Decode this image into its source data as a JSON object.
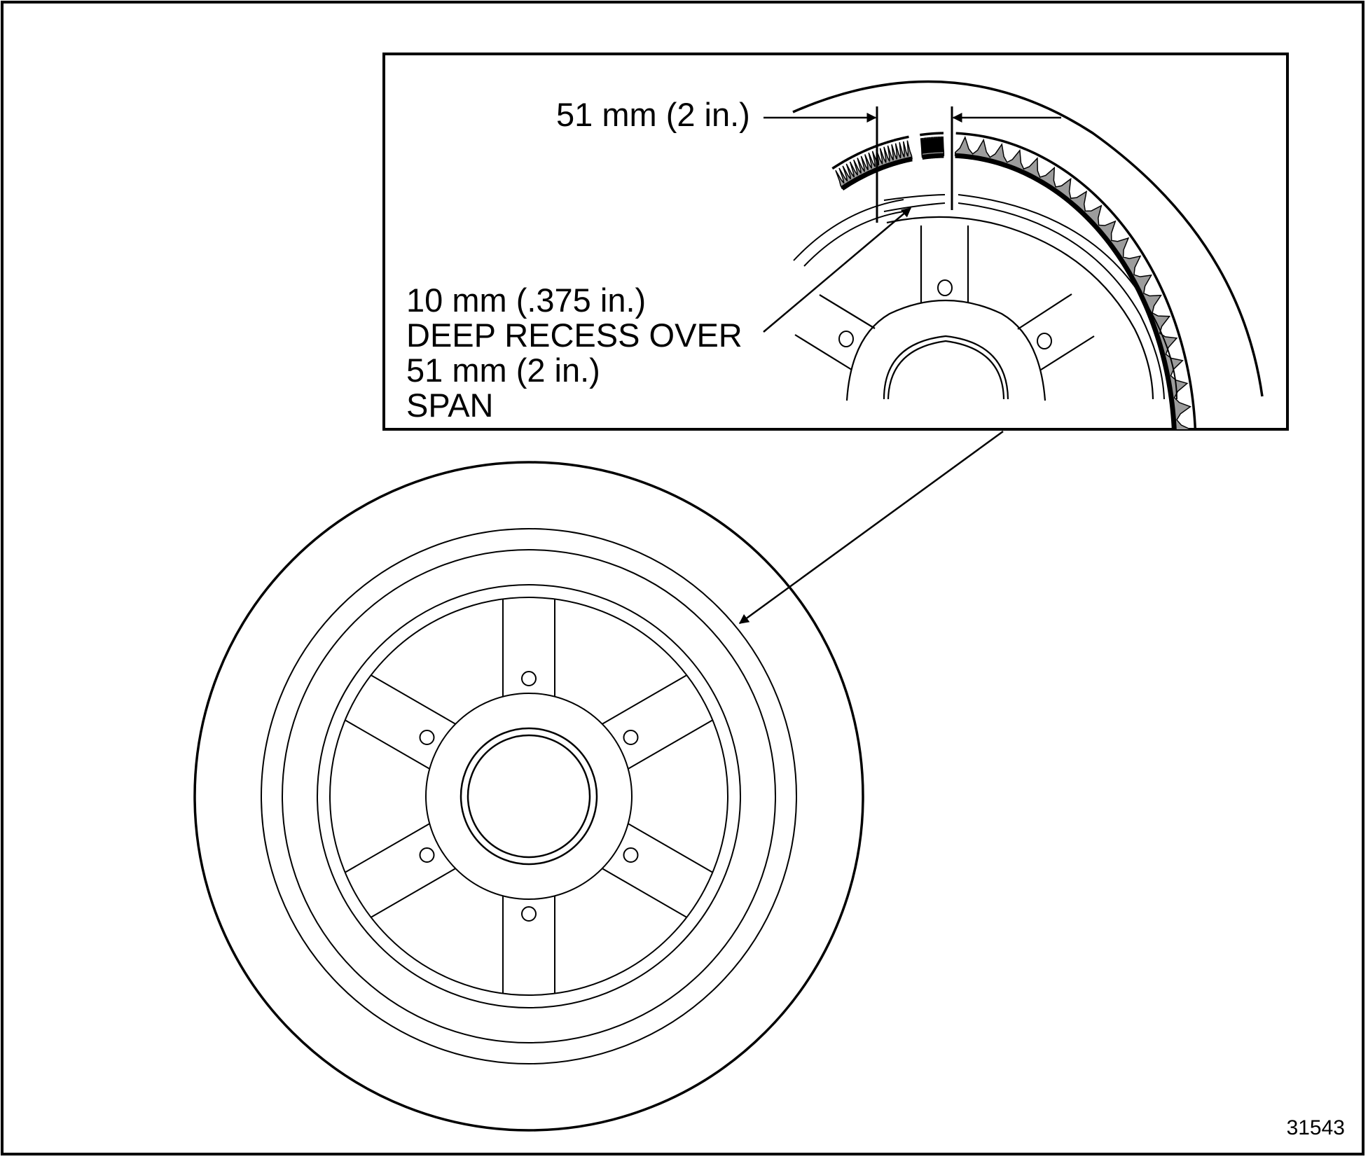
{
  "figure": {
    "figure_number": "31543",
    "subject": "Tire tread with deep recess (inset detail of wheel and tire)"
  },
  "inset": {
    "width_callout": "51 mm (2 in.)",
    "depth_callout_lines": [
      "10 mm (.375 in.)",
      "DEEP RECESS OVER",
      "51 mm (2 in.)",
      "SPAN"
    ]
  },
  "wheel": {
    "spoke_count": 6,
    "bolt_hole_count": 6
  },
  "colors": {
    "line": "#000000",
    "recess_fill": "#9c9c9c",
    "background": "#ffffff"
  }
}
